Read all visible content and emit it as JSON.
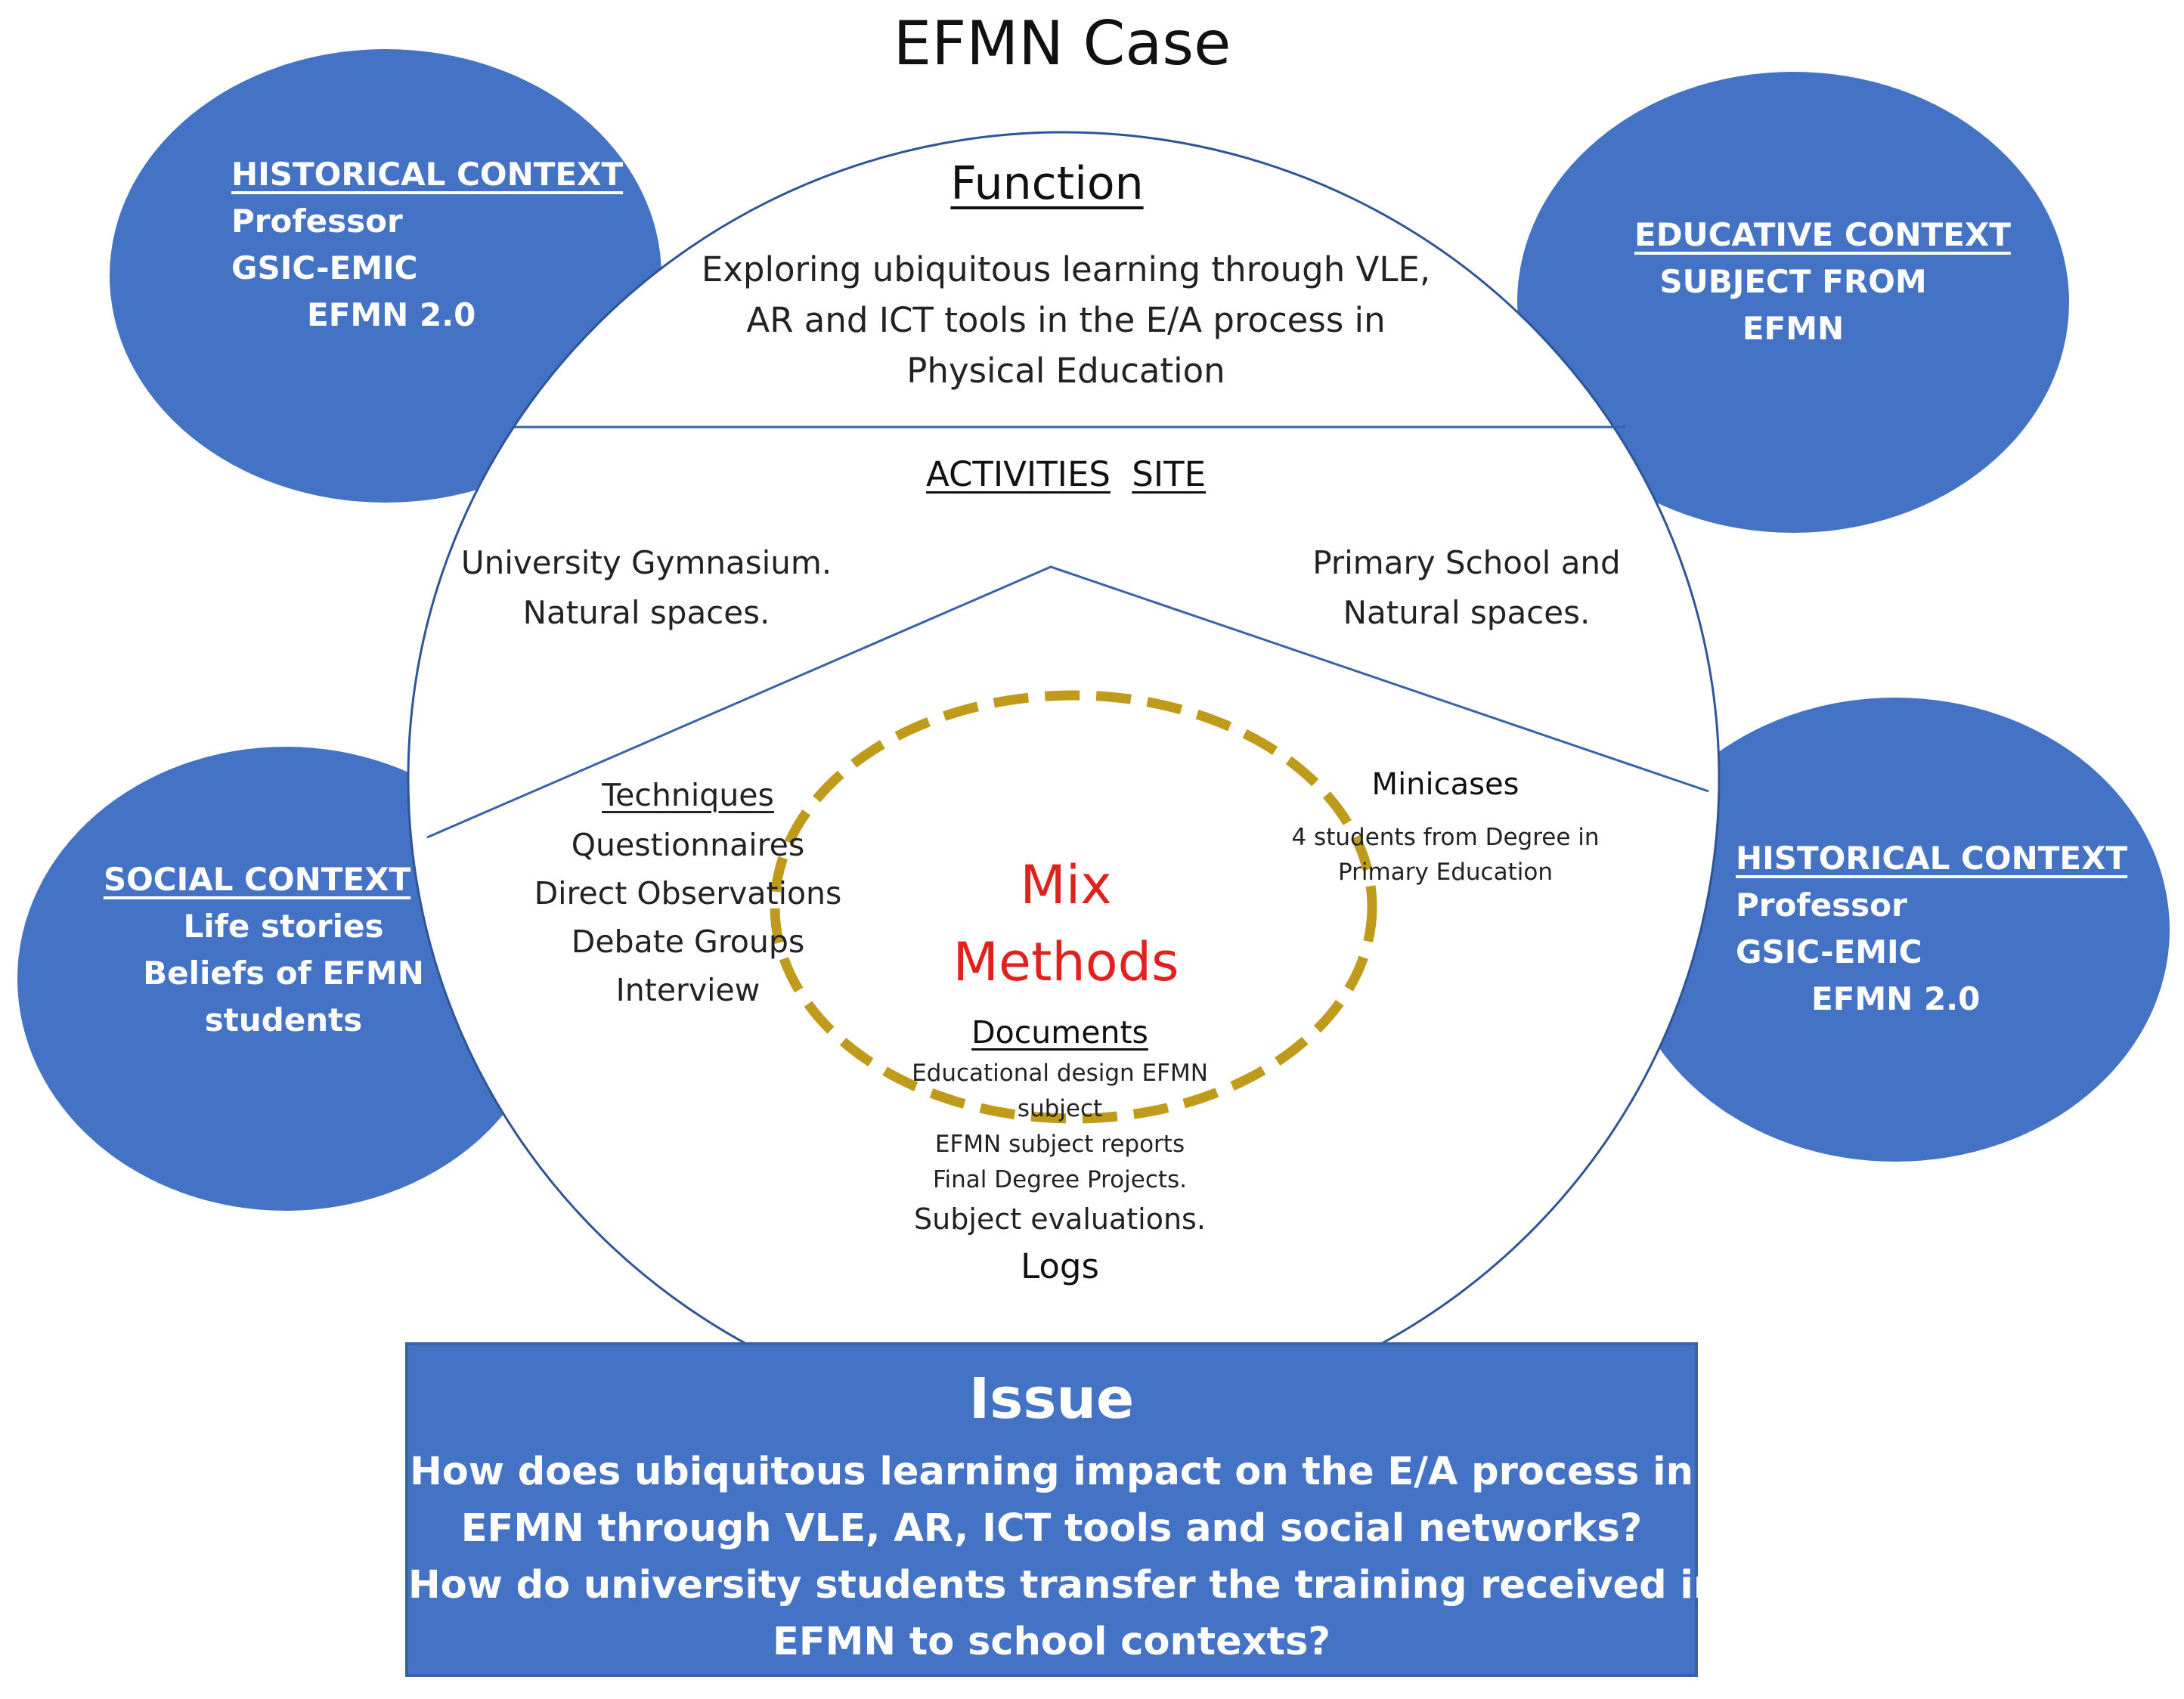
{
  "title": "EFMN Case",
  "contexts": {
    "historical_left": {
      "heading": "HISTORICAL CONTEXT",
      "lines": [
        "Professor",
        "GSIC-EMIC",
        "EFMN 2.0"
      ]
    },
    "educative": {
      "heading": "EDUCATIVE CONTEXT",
      "lines": [
        "SUBJECT FROM",
        "EFMN"
      ]
    },
    "social": {
      "heading": "SOCIAL CONTEXT",
      "lines": [
        "Life stories",
        "Beliefs of EFMN",
        "students"
      ]
    },
    "historical_right": {
      "heading": "HISTORICAL CONTEXT",
      "lines": [
        "Professor",
        "GSIC-EMIC",
        "EFMN 2.0"
      ]
    }
  },
  "function": {
    "heading": "Function",
    "lines": [
      "Exploring ubiquitous learning through VLE,",
      "AR and ICT tools in the E/A process in",
      "Physical Education"
    ]
  },
  "activities_site": {
    "heading_word1": "ACTIVITIES",
    "heading_word2": "SITE",
    "left_lines": [
      "University Gymnasium.",
      "Natural spaces."
    ],
    "right_lines": [
      "Primary School and",
      "Natural spaces."
    ]
  },
  "techniques": {
    "heading": "Techniques",
    "items": [
      "Questionnaires",
      "Direct Observations",
      "Debate Groups",
      "Interview"
    ]
  },
  "mix_methods": {
    "line1": "Mix",
    "line2": "Methods"
  },
  "minicases": {
    "heading": "Minicases",
    "lines": [
      "4 students from Degree in",
      "Primary Education"
    ]
  },
  "documents": {
    "heading": "Documents",
    "items_small": [
      "Educational design EFMN",
      "subject",
      "EFMN subject reports",
      "Final Degree Projects."
    ],
    "items_medium": [
      "Subject evaluations."
    ],
    "item_large": "Logs"
  },
  "issue": {
    "heading": "Issue",
    "lines": [
      "How does ubiquitous learning impact on the E/A process in",
      "EFMN through VLE, AR, ICT tools and social networks?",
      "How do university students transfer the training received in",
      "EFMN to school contexts?"
    ]
  },
  "colors": {
    "context_circle": "#4472c4",
    "circle_stroke": "#2f5597",
    "mix_methods_text": "#e0211d",
    "dashed_ellipse": "#c09a1b",
    "issue_box": "#4472c4"
  }
}
